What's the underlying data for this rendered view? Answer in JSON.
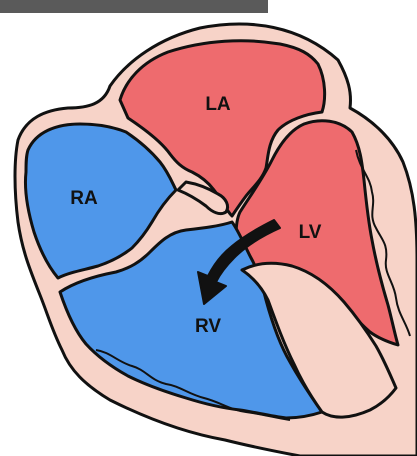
{
  "labels": {
    "la": "LA",
    "ra": "RA",
    "lv": "LV",
    "rv": "RV"
  },
  "colors": {
    "background": "#ffffff",
    "top_bar": "#5a5a5a",
    "wall_tissue": "#f7d3c8",
    "left_heart_blood": "#ee6b6e",
    "right_heart_blood": "#4f97ea",
    "outline": "#111111",
    "arrow": "#111111"
  },
  "icons": {
    "shunt_arrow": "curved-arrow-icon"
  }
}
